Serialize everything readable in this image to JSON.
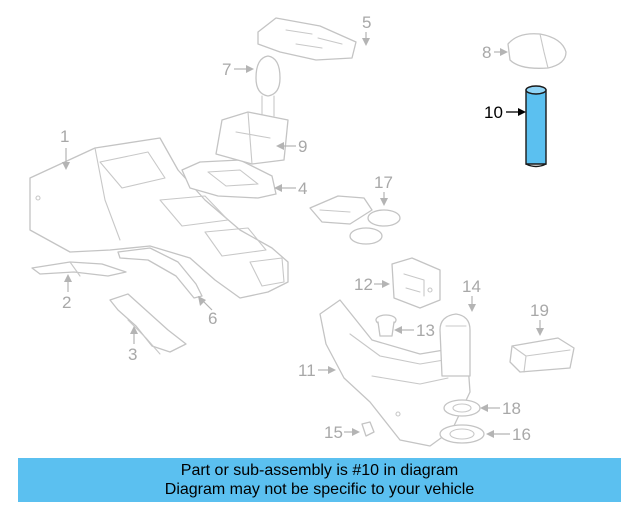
{
  "callouts": [
    {
      "id": "1",
      "label": "1"
    },
    {
      "id": "2",
      "label": "2"
    },
    {
      "id": "3",
      "label": "3"
    },
    {
      "id": "4",
      "label": "4"
    },
    {
      "id": "5",
      "label": "5"
    },
    {
      "id": "6",
      "label": "6"
    },
    {
      "id": "7",
      "label": "7"
    },
    {
      "id": "8",
      "label": "8"
    },
    {
      "id": "9",
      "label": "9"
    },
    {
      "id": "10",
      "label": "10",
      "highlighted": true
    },
    {
      "id": "11",
      "label": "11"
    },
    {
      "id": "12",
      "label": "12"
    },
    {
      "id": "13",
      "label": "13"
    },
    {
      "id": "14",
      "label": "14"
    },
    {
      "id": "15",
      "label": "15"
    },
    {
      "id": "16",
      "label": "16"
    },
    {
      "id": "17",
      "label": "17"
    },
    {
      "id": "18",
      "label": "18"
    },
    {
      "id": "19",
      "label": "19"
    }
  ],
  "highlight_color": "#5bc0f0",
  "banner": {
    "line1": "Part or sub-assembly is #10 in diagram",
    "line2": "Diagram may not be specific to your vehicle"
  }
}
